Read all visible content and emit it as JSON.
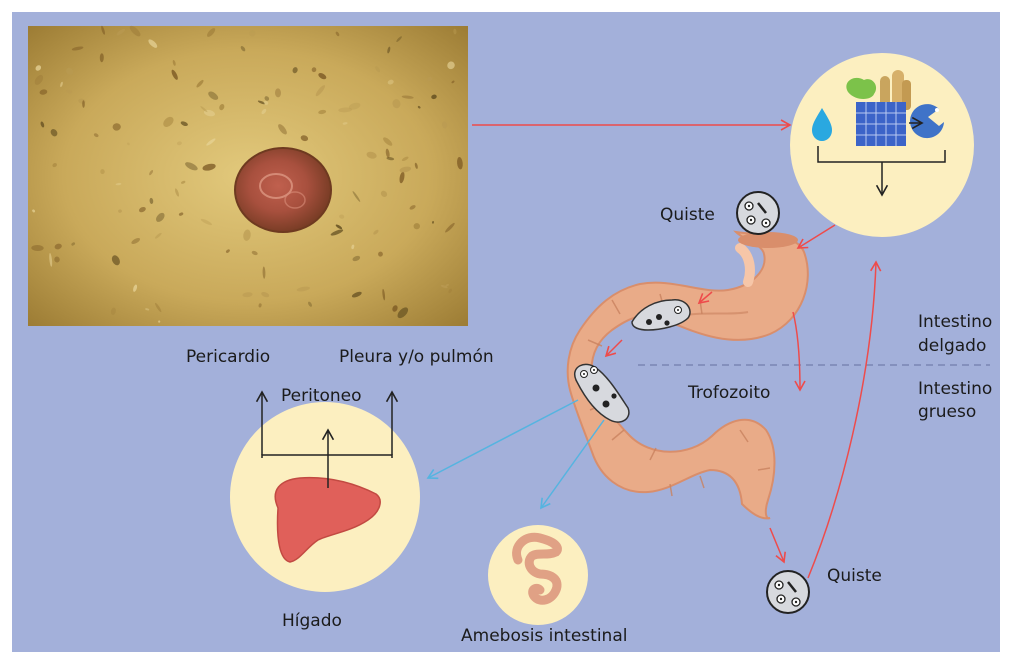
{
  "labels": {
    "quiste_top": "Quiste",
    "quiste_bottom": "Quiste",
    "trofozoito": "Trofozoito",
    "intestino_delgado": [
      "Intestino",
      "delgado"
    ],
    "intestino_grueso": [
      "Intestino",
      "grueso"
    ],
    "pericardio": "Pericardio",
    "pleura": "Pleura y/o pulmón",
    "peritoneo": "Peritoneo",
    "higado": "Hígado",
    "amebosis": "Amebosis intestinal"
  },
  "colors": {
    "background": "#a3b0da",
    "circle": "#fcefc0",
    "intestine": "#e9ab88",
    "intestine_dark": "#d98e6b",
    "liver": "#e0605a",
    "red_arrow": "#ee4b4b",
    "blue_arrow": "#55b4e0",
    "black_arrow": "#222222",
    "micro_bg": "#c9a95a",
    "water_drop": "#2aa8e0",
    "pac_icon": "#3f73c8"
  },
  "icons": [
    "water-drop-icon",
    "food-basket-icon",
    "mouth-icon",
    "cyst-icon",
    "trophozoite-icon",
    "liver-icon"
  ]
}
